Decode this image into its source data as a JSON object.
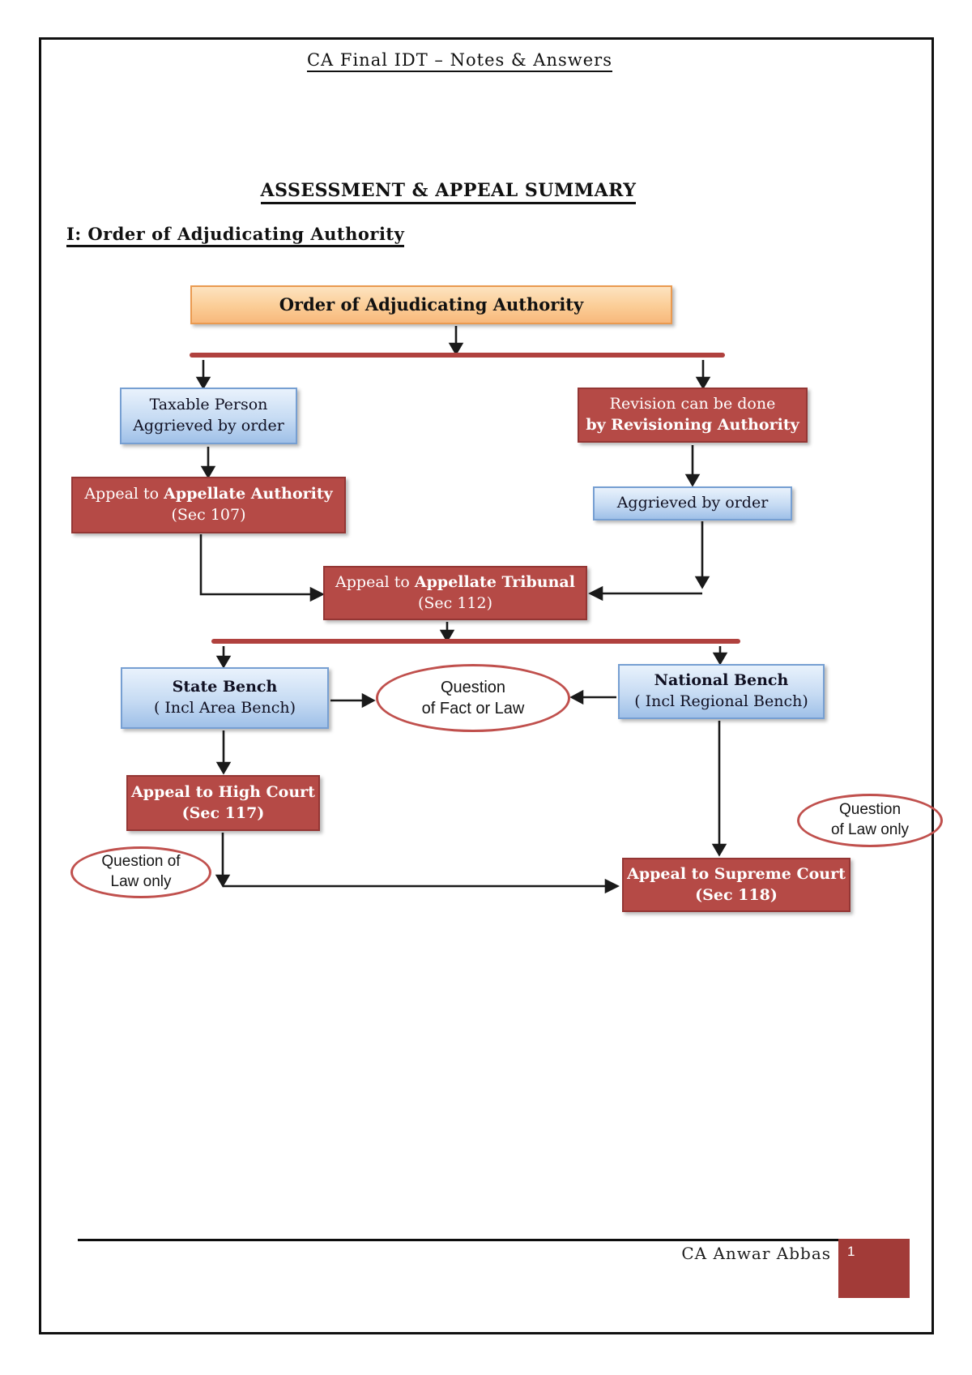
{
  "page": {
    "header": "CA Final IDT  – Notes & Answers",
    "title": "ASSESSMENT & APPEAL SUMMARY",
    "section_heading": "I: Order of Adjudicating Authority"
  },
  "flowchart": {
    "order_box": "Order of Adjudicating Authority",
    "taxable": {
      "line1": "Taxable Person",
      "line2": "Aggrieved by order"
    },
    "revision": {
      "line1": "Revision can be done",
      "line2": "by Revisioning Authority"
    },
    "appellate_authority": {
      "prefix": "Appeal to ",
      "bold": "Appellate Authority",
      "sec": "(Sec 107)"
    },
    "aggrieved": "Aggrieved by order",
    "tribunal": {
      "prefix": "Appeal to ",
      "bold": "Appellate Tribunal",
      "sec": "(Sec 112)"
    },
    "state_bench": {
      "line1": "State Bench",
      "line2": "( Incl Area Bench)"
    },
    "national_bench": {
      "line1": "National Bench",
      "line2": "( Incl Regional Bench)"
    },
    "question_fact_law": {
      "line1": "Question",
      "line2": "of Fact or Law"
    },
    "high_court": {
      "line1": "Appeal to High Court",
      "line2": "(Sec 117)"
    },
    "question_law_left": {
      "line1": "Question of",
      "line2": "Law only"
    },
    "question_law_right": {
      "line1": "Question",
      "line2": "of Law only"
    },
    "supreme_court": {
      "line1": "Appeal to Supreme Court",
      "line2": "(Sec 118)"
    }
  },
  "footer": {
    "author": "CA Anwar Abbas",
    "page_number": "1"
  },
  "colors": {
    "box_red": "#b54a46",
    "box_red_border": "#943634",
    "box_blue_border": "#769fd2",
    "box_orange_border": "#ea9a50",
    "divider_red": "#b0413e",
    "ellipse_stroke": "#c0504d",
    "footer_badge": "#a23b38"
  }
}
